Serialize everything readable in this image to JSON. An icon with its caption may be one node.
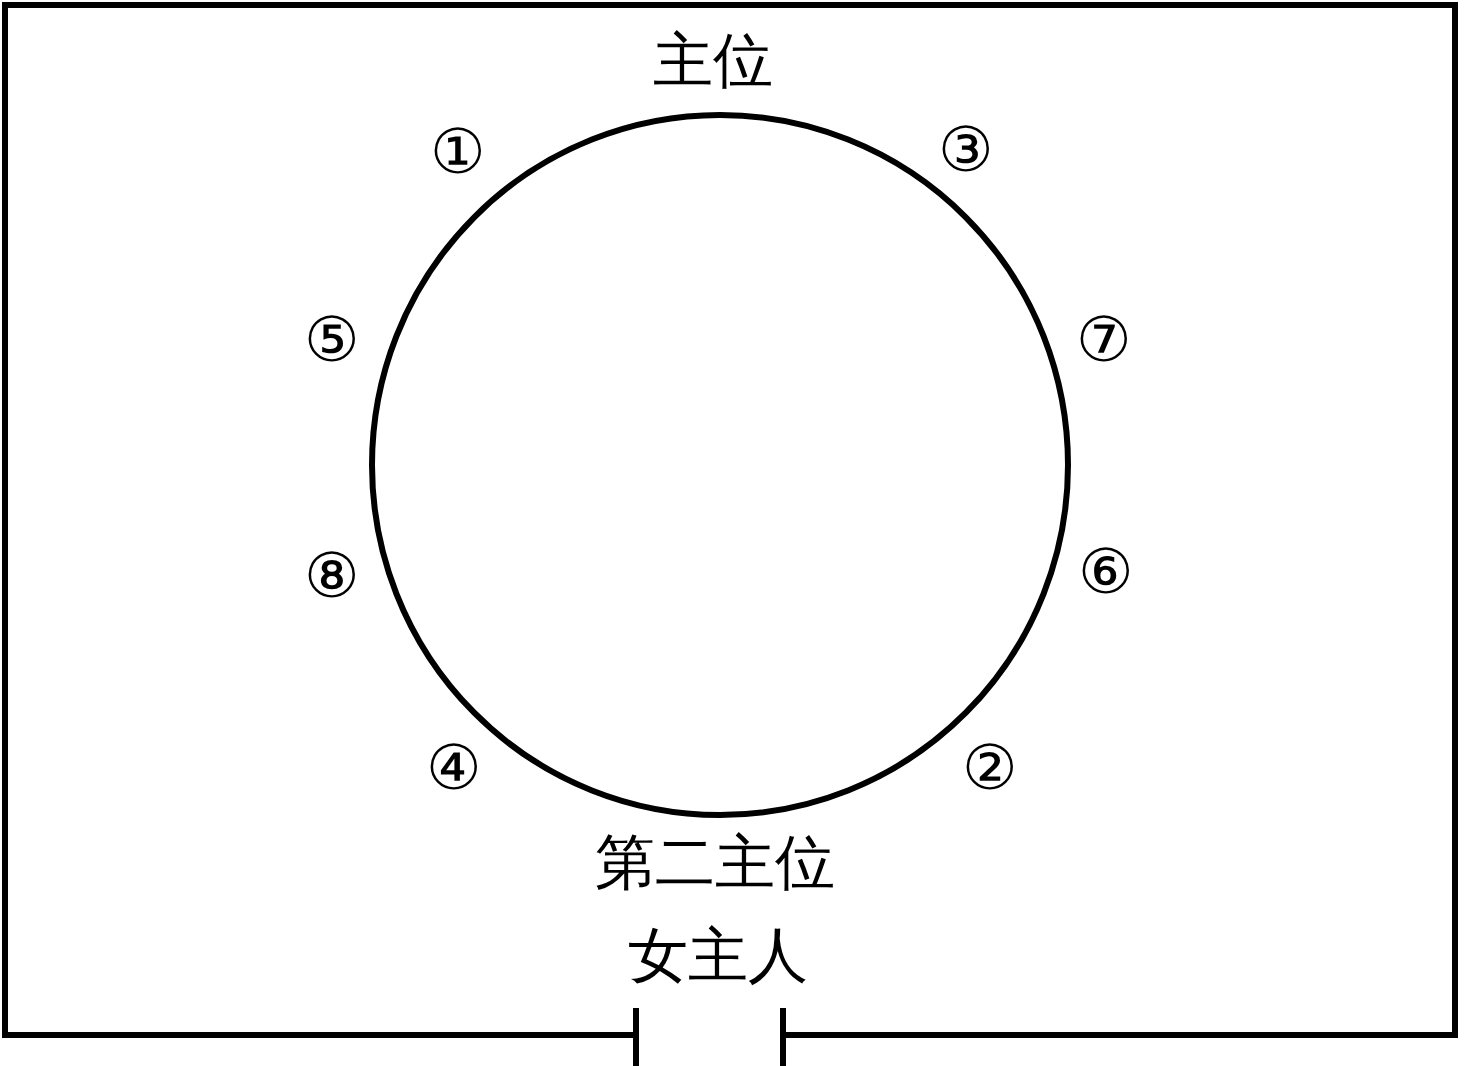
{
  "diagram": {
    "labels": [
      "主位",
      "①",
      "③",
      "⑤",
      "⑦",
      "⑧",
      "⑥",
      "④",
      "②",
      "第二主位",
      "女主人"
    ]
  }
}
